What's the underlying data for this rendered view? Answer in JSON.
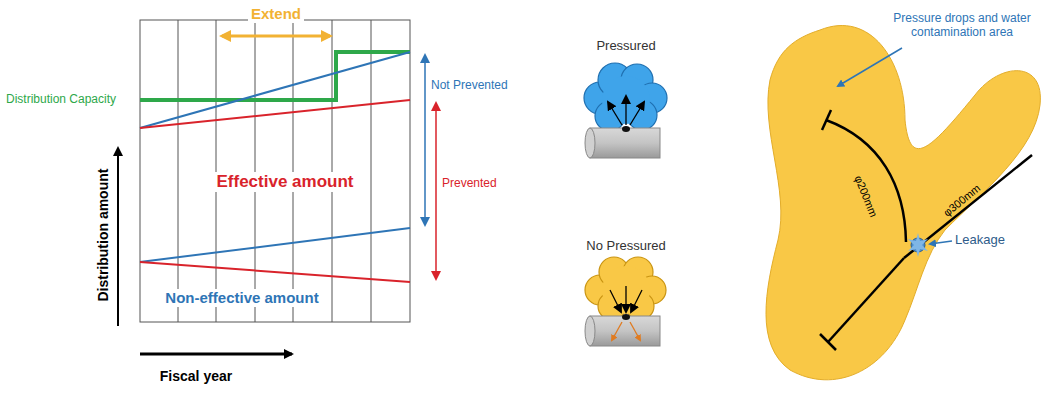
{
  "diagram": {
    "labels": [
      "Extend",
      "Distribution Capacity",
      "Not Prevented",
      "Effective amount",
      "Prevented",
      "Non-effective amount",
      "Distribution amount",
      "Fiscal year",
      "Pressured",
      "No Pressured",
      "Pressure drops and water contamination area",
      "φ200mm",
      "φ300mm",
      "Leakage"
    ]
  }
}
